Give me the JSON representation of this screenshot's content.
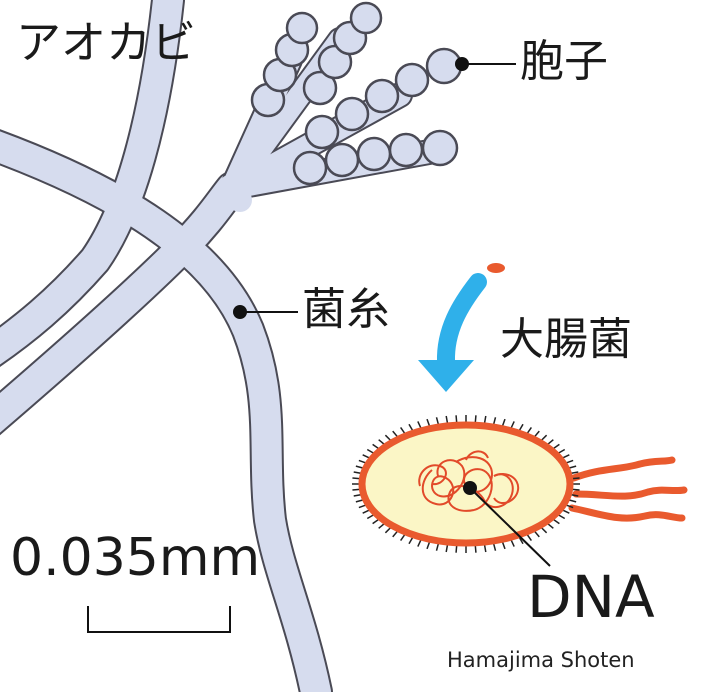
{
  "labels": {
    "title": "アオカビ",
    "spore": "胞子",
    "hypha": "菌糸",
    "ecoli": "大腸菌",
    "dna": "DNA",
    "scale": "0.035mm",
    "credit": "Hamajima Shoten"
  },
  "colors": {
    "mold_fill": "#d6dcee",
    "mold_stroke": "#4a4a55",
    "arrow": "#2fb0ea",
    "bacterium_fill": "#fbf6c6",
    "bacterium_outline": "#e95a2e",
    "dna": "#e24a2a",
    "leader_line": "#111111"
  },
  "icons": {
    "pointer_dot": "filled-circle",
    "arrow": "curved-down-arrow"
  }
}
